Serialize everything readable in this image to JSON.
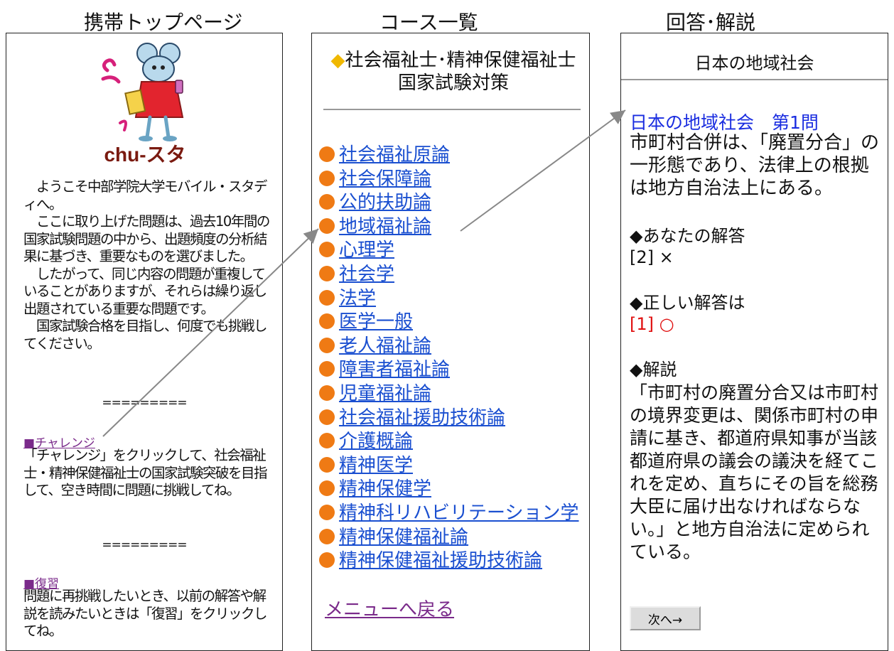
{
  "captions": {
    "left": "携帯トップページ",
    "middle": "コース一覧",
    "right": "回答･解説"
  },
  "top_page": {
    "logo_text": "chu-スタ",
    "intro": "　ようこそ中部学院大学モバイル・スタディへ。\n　ここに取り上げた問題は、過去10年間の国家試験問題の中から、出題頻度の分析結果に基づき、重要なものを選びました。\n　したがって、同じ内容の問題が重複していることがありますが、それらは繰り返し出題されている重要な問題です。\n　国家試験合格を目指し、何度でも挑戦してください。",
    "separator": "=========",
    "challenge": {
      "label": "■チャレンジ",
      "desc": "「チャレンジ」をクリックして、社会福祉士・精神保健福祉士の国家試験突破を目指して、空き時間に問題に挑戦してね。"
    },
    "review": {
      "label": "■復習",
      "desc": "問題に再挑戦したいとき、以前の解答や解説を読みたいときは「復習」をクリックしてね。"
    }
  },
  "course_page": {
    "heading_mark": "◆",
    "heading": "社会福祉士･精神保健福祉士国家試験対策",
    "courses": [
      "社会福祉原論",
      "社会保障論",
      "公的扶助論",
      "地域福祉論",
      "心理学",
      "社会学",
      "法学",
      "医学一般",
      "老人福祉論",
      "障害者福祉論",
      "児童福祉論",
      "社会福祉援助技術論",
      "介護概論",
      "精神医学",
      "精神保健学",
      "精神科リハビリテーション学",
      "精神保健福祉論",
      "精神保健福祉援助技術論"
    ],
    "back_link": "メニューへ戻る"
  },
  "answer_page": {
    "title": "日本の地域社会",
    "question_link": "日本の地域社会　第1問",
    "question_text": "市町村合併は、「廃置分合」の一形態であり、法律上の根拠は地方自治法上にある。",
    "your_answer_label": "◆あなたの解答",
    "your_answer_value": "[2] ×",
    "correct_label": "◆正しい解答は",
    "correct_value": "[1] ○",
    "explanation_label": "◆解説",
    "explanation": "「市町村の廃置分合又は市町村の境界変更は、関係市町村の申請に基き、都道府県知事が当該都道府県の議会の議決を経てこれを定め、直ちにその旨を総務大臣に届け出なければならない。」と地方自治法に定められている。",
    "next_button": "次へ→"
  },
  "colors": {
    "link_blue": "#1a4fd0",
    "visited_purple": "#7a2a8a",
    "bullet_orange": "#ef7a14",
    "heading_diamond": "#f0b800",
    "correct_red": "#e01010",
    "arrow_gray": "#888888"
  }
}
